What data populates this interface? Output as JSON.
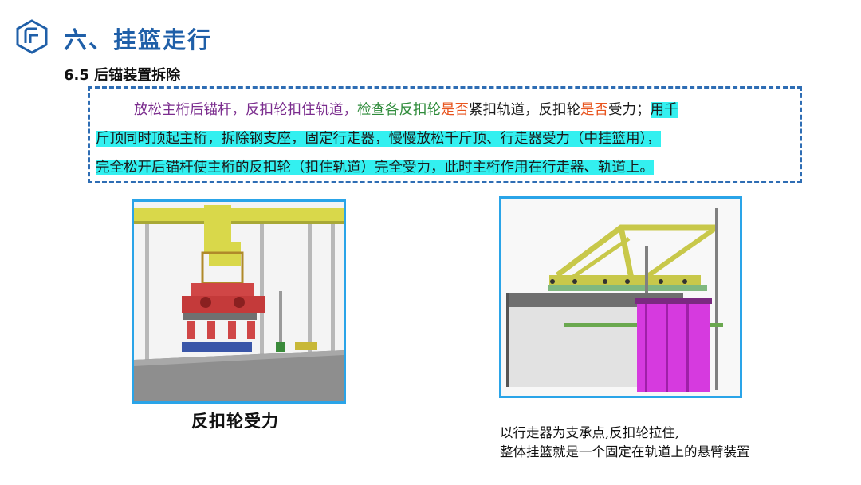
{
  "header": {
    "title": "六、挂篮走行",
    "subtitle": "6.5 后锚装置拆除"
  },
  "body": {
    "line1": {
      "seg1": "放松主桁后锚杆，反扣轮扣住轨道，",
      "seg2": "检查各反扣轮",
      "seg3": "是否",
      "seg4": "紧扣轨道，反扣轮",
      "seg5": "是否",
      "seg6": "受力；",
      "seg7": "用千"
    },
    "line2": "斤顶同时顶起主桁，拆除钢支座，固定行走器，慢慢放松千斤顶、行走器受力（中挂篮用），",
    "line3": "完全松开后锚杆使主桁的反扣轮（扣住轨道）完全受力，此时主桁作用在行走器、轨道上。"
  },
  "figures": {
    "left_caption": "反扣轮受力",
    "right_caption_line1": "以行走器为支承点,反扣轮拉住,",
    "right_caption_line2": "整体挂篮就是一个固定在轨道上的悬臂装置"
  },
  "colors": {
    "title": "#1f5fa8",
    "frame": "#2aa4e8",
    "dashed_border": "#2e6db4",
    "highlight": "#33f0f0",
    "purple_text": "#7b2d8e",
    "green_text": "#2e8b3a",
    "orange_text": "#e8541e"
  },
  "icons": {
    "logo": "company-logo-icon"
  }
}
